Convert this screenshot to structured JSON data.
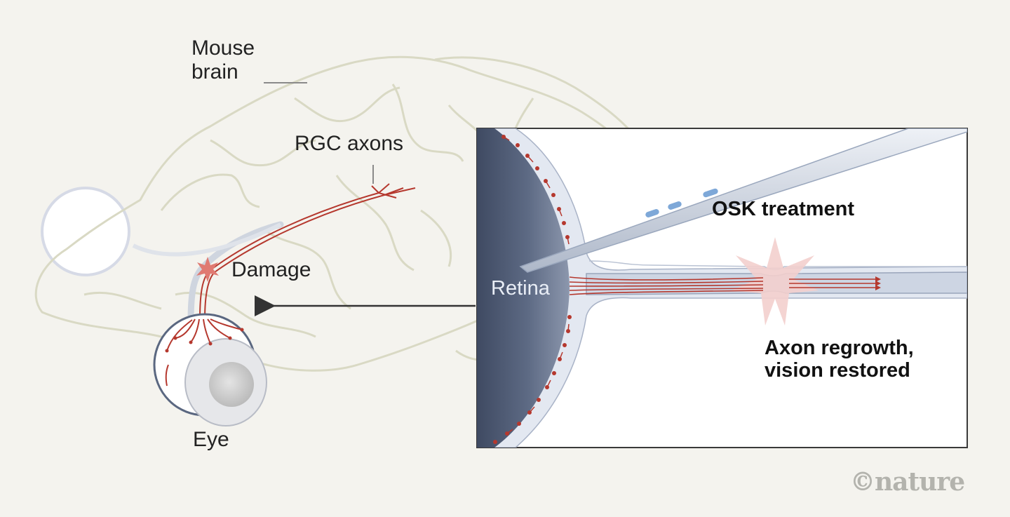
{
  "labels": {
    "mouse_brain": "Mouse\nbrain",
    "rgc_axons": "RGC axons",
    "damage": "Damage",
    "eye": "Eye",
    "retina": "Retina",
    "osk_treatment": "OSK treatment",
    "axon_regrowth": "Axon regrowth,\nvision restored"
  },
  "logo": "©nature",
  "colors": {
    "background": "#f4f3ee",
    "outline": "#dcdcca",
    "axon_red": "#b5382e",
    "retina_dark": "#5a6780",
    "nerve_blue": "#d4dbe8",
    "damage_star": "#f3cfcd"
  }
}
